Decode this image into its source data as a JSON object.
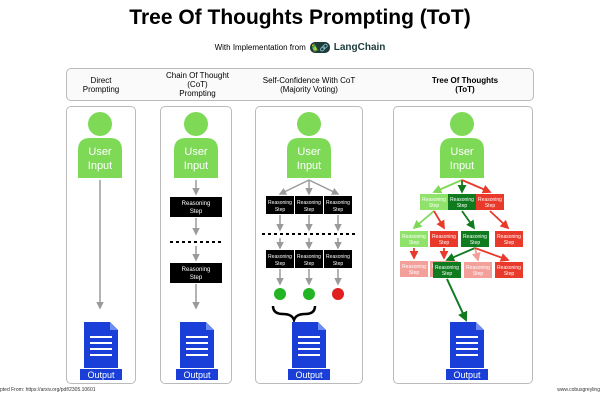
{
  "title": "Tree Of Thoughts Prompting (ToT)",
  "subtitle": {
    "prefix": "With Implementation from",
    "brand": "LangChain"
  },
  "columns": [
    {
      "title": "Direct\nPrompting",
      "bold": false
    },
    {
      "title": "Chain Of Thought\n(CoT)\nPrompting",
      "bold": false
    },
    {
      "title": "Self-Confidence With CoT\n(Majority Voting)",
      "bold": false
    },
    {
      "title": "Tree Of Thoughts\n(ToT)",
      "bold": true
    }
  ],
  "user_input_label": "User\nInput",
  "output_label": "Output",
  "reasoning_label": "Reasoning\nStep",
  "footer": {
    "left": "pted From: https://arxiv.org/pdf/2305.10601",
    "right": "www.cobusgreyling"
  },
  "colors": {
    "user_green": "#7ed957",
    "doc_blue": "#1a3fd9",
    "step_black": "#000000",
    "tot_light_green": "#8fe36b",
    "tot_dark_green": "#0f7a1e",
    "tot_red": "#e8392a",
    "tot_pink": "#f4a09a",
    "vote_green": "#22b422",
    "vote_red": "#e01f1f"
  }
}
